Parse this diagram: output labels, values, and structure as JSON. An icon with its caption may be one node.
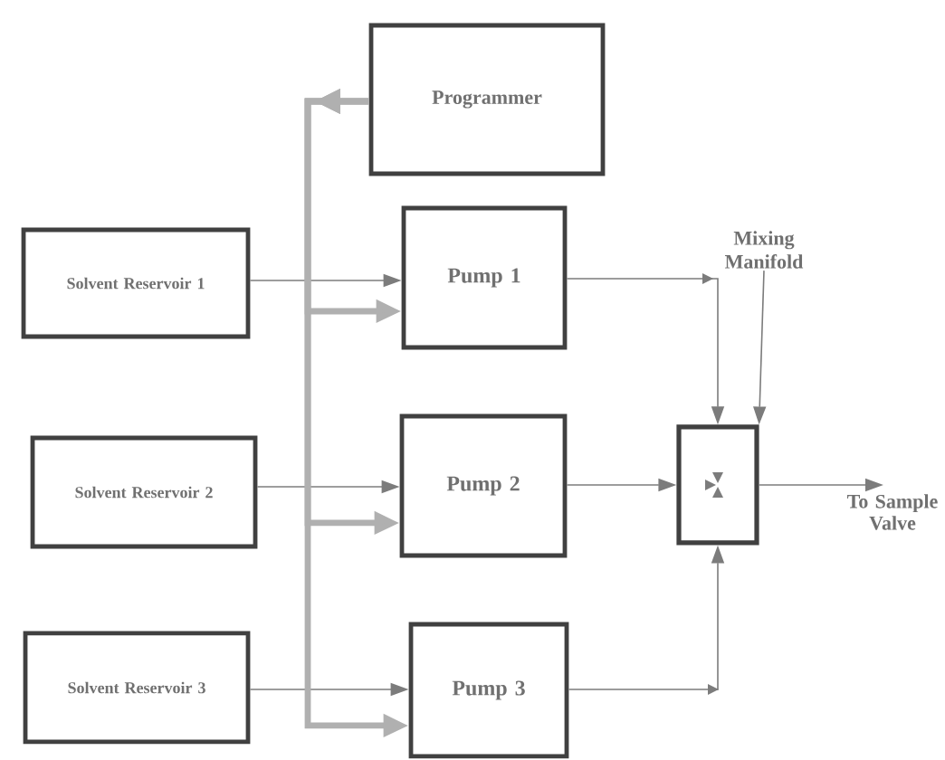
{
  "diagram": {
    "nodes": [
      {
        "text": [
          "Programmer"
        ]
      },
      {
        "text": [
          "Solvent Reservoir 1"
        ]
      },
      {
        "text": [
          "Pump 1"
        ]
      },
      {
        "text": [
          "Solvent Reservoir 2"
        ]
      },
      {
        "text": [
          "Pump 2"
        ]
      },
      {
        "text": [
          "Solvent Reservoir 3"
        ]
      },
      {
        "text": [
          "Pump 3"
        ]
      },
      {
        "text": [],
        "shape": "box"
      },
      {
        "text": [
          "Mixing Manifold"
        ]
      }
    ],
    "edges": [
      {
        "from": 1,
        "to": 2,
        "arrow": "to"
      },
      {
        "from": 3,
        "to": 4,
        "arrow": "to"
      },
      {
        "from": 5,
        "to": 6,
        "arrow": "to"
      },
      {
        "from": 0,
        "to": 2,
        "arrow": "to",
        "style": "thick"
      },
      {
        "from": 0,
        "to": 4,
        "arrow": "to",
        "style": "thick"
      },
      {
        "from": 0,
        "to": 6,
        "arrow": "to",
        "style": "thick"
      },
      {
        "from": 2,
        "to": 7,
        "arrow": "to"
      },
      {
        "from": 4,
        "to": 7,
        "arrow": "to"
      },
      {
        "from": 6,
        "to": 7,
        "arrow": "to"
      },
      {
        "from": 7,
        "to": null,
        "arrow": "to",
        "label": "To Sample Valve"
      },
      {
        "from": 8,
        "to": 7,
        "arrow": "to"
      }
    ]
  }
}
